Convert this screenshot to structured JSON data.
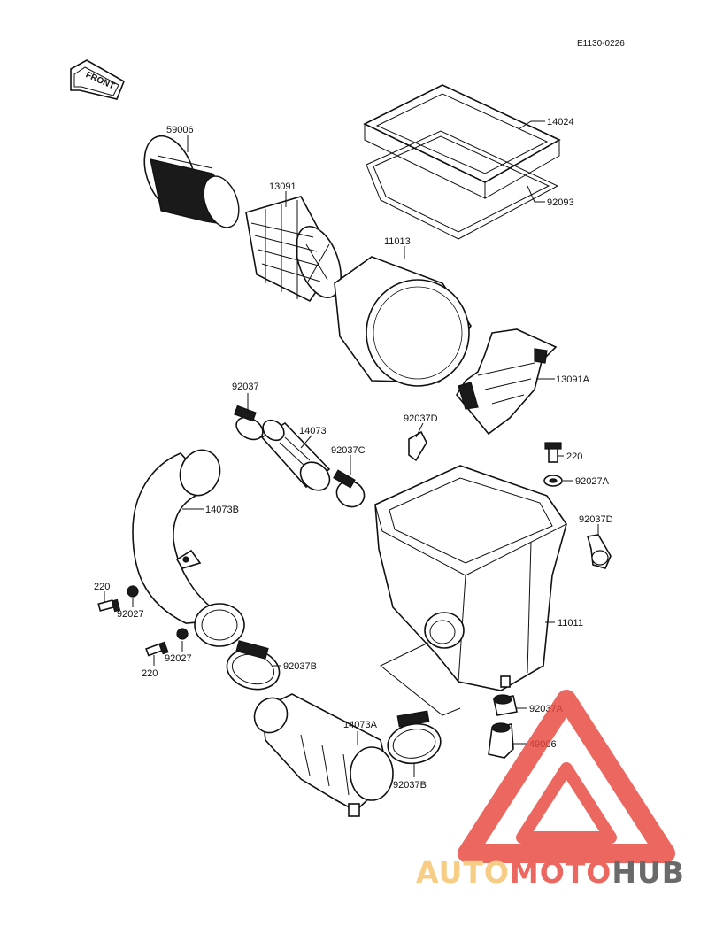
{
  "diagram_code": "E1130-0226",
  "front_label": "FRONT",
  "watermark": {
    "part1": "AUTO",
    "part2": "MOTO",
    "part3": "HUB",
    "color_light": "#f6c36b",
    "color_red": "#e8463c",
    "color_grey": "#4a4a4a"
  },
  "parts": [
    {
      "id": "p14024",
      "label": "14024"
    },
    {
      "id": "p92093",
      "label": "92093"
    },
    {
      "id": "p59006",
      "label": "59006"
    },
    {
      "id": "p13091",
      "label": "13091"
    },
    {
      "id": "p11013",
      "label": "11013"
    },
    {
      "id": "p13091A",
      "label": "13091A"
    },
    {
      "id": "p92037",
      "label": "92037"
    },
    {
      "id": "p14073",
      "label": "14073"
    },
    {
      "id": "p92037D_a",
      "label": "92037D"
    },
    {
      "id": "p92037C",
      "label": "92037C"
    },
    {
      "id": "p220_a",
      "label": "220"
    },
    {
      "id": "p92027A",
      "label": "92027A"
    },
    {
      "id": "p92037D_b",
      "label": "92037D"
    },
    {
      "id": "p14073B",
      "label": "14073B"
    },
    {
      "id": "p220_b",
      "label": "220"
    },
    {
      "id": "p92027_a",
      "label": "92027"
    },
    {
      "id": "p11011",
      "label": "11011"
    },
    {
      "id": "p92027_b",
      "label": "92027"
    },
    {
      "id": "p220_c",
      "label": "220"
    },
    {
      "id": "p92037B_a",
      "label": "92037B"
    },
    {
      "id": "p92037A",
      "label": "92037A"
    },
    {
      "id": "p14073A",
      "label": "14073A"
    },
    {
      "id": "p49006",
      "label": "49006"
    },
    {
      "id": "p92037B_b",
      "label": "92037B"
    }
  ]
}
